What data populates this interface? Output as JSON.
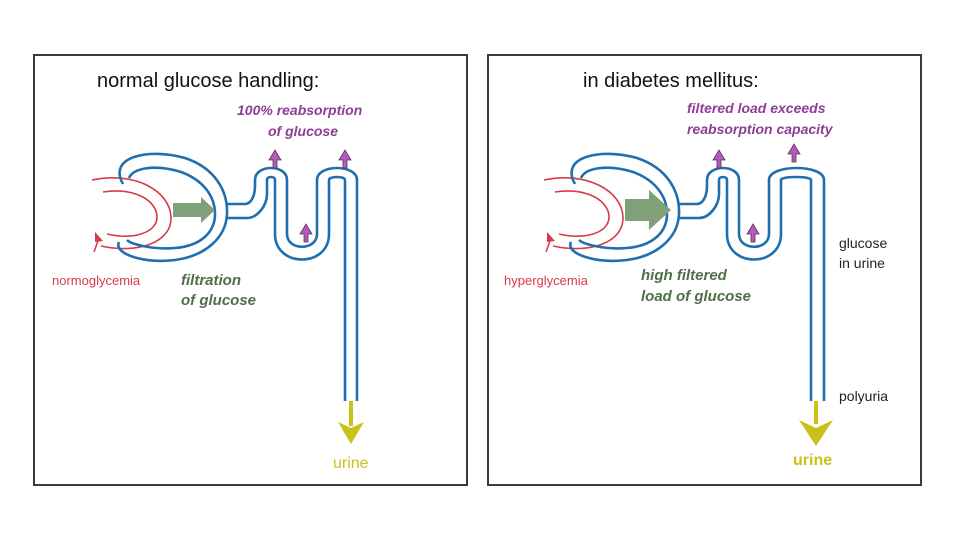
{
  "colors": {
    "tubule": "#1f6fb0",
    "blood": "#d83a4a",
    "reabsorption": "#b25db8",
    "filtration": "#7fa078",
    "urine": "#c9c21a"
  },
  "panels": [
    {
      "title": "normal glucose handling:",
      "reabsorption_label_1": "100% reabsorption",
      "reabsorption_label_2": "of glucose",
      "blood_label": "normoglycemia",
      "filtration_label_1": "filtration",
      "filtration_label_2": "of glucose",
      "urine_label": "urine"
    },
    {
      "title": "in diabetes mellitus:",
      "reabsorption_label_1": "filtered load exceeds",
      "reabsorption_label_2": "reabsorption capacity",
      "blood_label": "hyperglycemia",
      "filtration_label_1": "high filtered",
      "filtration_label_2": "load of glucose",
      "side_label_1": "glucose",
      "side_label_2": "in urine",
      "side_label_3": "polyuria",
      "urine_label": "urine"
    }
  ]
}
